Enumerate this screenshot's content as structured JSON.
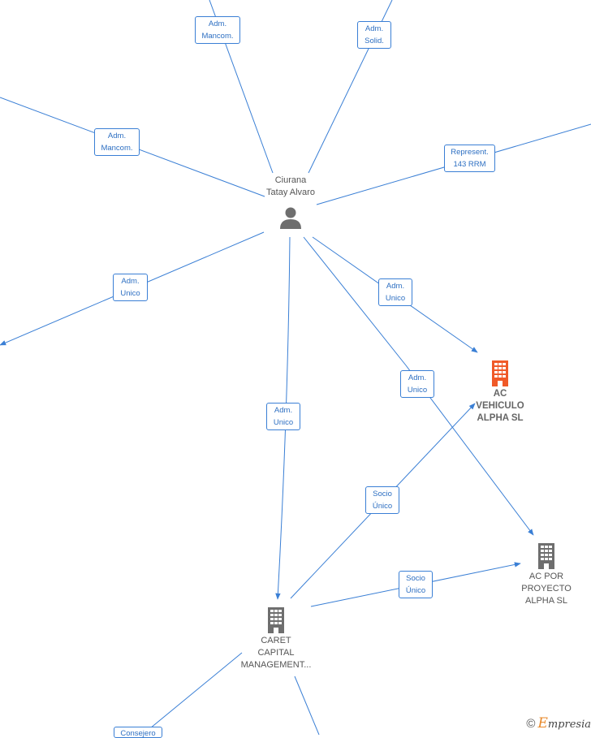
{
  "person": {
    "name_line1": "Ciurana",
    "name_line2": "Tatay Alvaro",
    "icon": "person-icon"
  },
  "companies": {
    "ac_vehiculo": {
      "line1": "AC",
      "line2": "VEHICULO",
      "line3": "ALPHA  SL",
      "icon": "building-icon",
      "color": "#f05a28"
    },
    "ac_por_proyecto": {
      "line1": "AC POR",
      "line2": "PROYECTO",
      "line3": "ALPHA  SL",
      "icon": "building-icon",
      "color": "#6e6e6e"
    },
    "caret": {
      "line1": "CARET",
      "line2": "CAPITAL",
      "line3": "MANAGEMENT...",
      "icon": "building-icon",
      "color": "#6e6e6e"
    }
  },
  "edge_labels": {
    "top_left": {
      "line1": "Adm.",
      "line2": "Mancom."
    },
    "top_right": {
      "line1": "Adm.",
      "line2": "Solid."
    },
    "left": {
      "line1": "Adm.",
      "line2": "Mancom."
    },
    "represent": {
      "line1": "Represent.",
      "line2": "143 RRM"
    },
    "lower_left": {
      "line1": "Adm.",
      "line2": "Unico"
    },
    "to_vehiculo": {
      "line1": "Adm.",
      "line2": "Unico"
    },
    "to_proyecto": {
      "line1": "Adm.",
      "line2": "Unico"
    },
    "to_caret": {
      "line1": "Adm.",
      "line2": "Unico"
    },
    "socio_vehiculo": {
      "line1": "Socio",
      "line2": "Único"
    },
    "socio_proyecto": {
      "line1": "Socio",
      "line2": "Único"
    },
    "bottom_partial": {
      "line1": "Consejero",
      "line2": ""
    }
  },
  "colors": {
    "edge": "#3a7fd5",
    "highlight_company": "#f05a28",
    "company": "#6e6e6e",
    "person": "#6e6e6e"
  },
  "footer": {
    "copyright": "©",
    "brand_initial": "E",
    "brand_rest": "mpresia"
  }
}
